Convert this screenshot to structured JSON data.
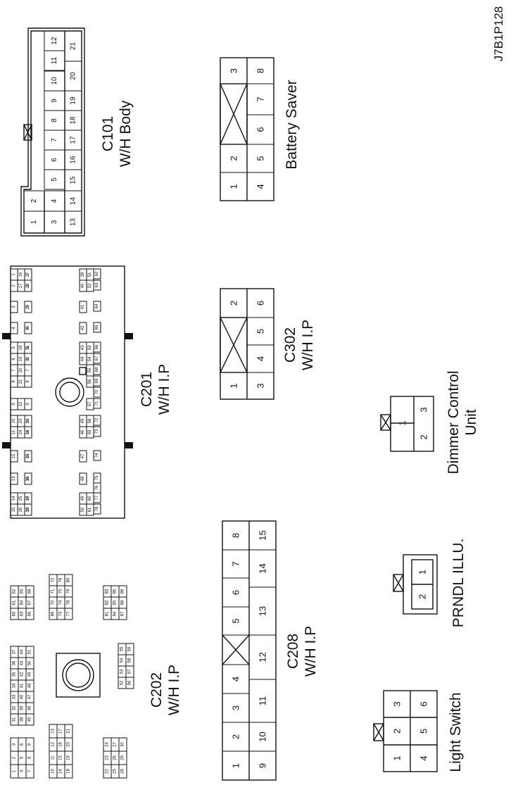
{
  "figure_id": "J7B1P128",
  "connectors": {
    "c101": {
      "code": "C101",
      "sub": "W/H Body",
      "pins": [
        "1",
        "2",
        "3",
        "4",
        "5",
        "6",
        "7",
        "8",
        "9",
        "10",
        "11",
        "12",
        "13",
        "14",
        "15",
        "16",
        "17",
        "18",
        "19",
        "20",
        "21"
      ]
    },
    "battery_saver": {
      "name": "Battery Saver",
      "pins": [
        "1",
        "2",
        "3",
        "4",
        "5",
        "6",
        "7",
        "8"
      ]
    },
    "c201": {
      "code": "C201",
      "sub": "W/H I.P",
      "pins": [
        "1",
        "2",
        "3",
        "4",
        "5",
        "6",
        "7",
        "8",
        "9",
        "10",
        "11",
        "12",
        "13",
        "14",
        "15",
        "16",
        "17",
        "18",
        "19",
        "20",
        "21",
        "22",
        "23",
        "24",
        "25",
        "26",
        "27",
        "28",
        "29",
        "30",
        "31",
        "32",
        "33",
        "34",
        "35",
        "36",
        "37",
        "38",
        "39",
        "40",
        "41",
        "42",
        "43",
        "44",
        "45",
        "46",
        "47",
        "48",
        "49",
        "50",
        "51",
        "52",
        "53",
        "54",
        "55",
        "56",
        "57",
        "58",
        "59",
        "60",
        "61",
        "62",
        "63",
        "64",
        "65",
        "66",
        "67",
        "68",
        "69",
        "70",
        "71",
        "72",
        "73",
        "74",
        "75",
        "76",
        "77",
        "78"
      ]
    },
    "c302": {
      "code": "C302",
      "sub": "W/H I.P",
      "pins": [
        "1",
        "2",
        "3",
        "4",
        "5",
        "6"
      ]
    },
    "dimmer": {
      "name_line1": "Dimmer Control",
      "name_line2": "Unit",
      "pins": [
        "1",
        "2",
        "3"
      ]
    },
    "c202": {
      "code": "C202",
      "sub": "W/H I.P",
      "pins": [
        "1",
        "2",
        "3",
        "4",
        "5",
        "6",
        "7",
        "8",
        "9",
        "10",
        "11",
        "12",
        "13",
        "14",
        "15",
        "16",
        "17",
        "18",
        "19",
        "20",
        "21",
        "22",
        "23",
        "24",
        "25",
        "26",
        "27",
        "28",
        "29",
        "30",
        "31",
        "32",
        "33",
        "34",
        "35",
        "36",
        "37",
        "38",
        "39",
        "40",
        "41",
        "42",
        "43",
        "44",
        "45",
        "46",
        "47",
        "48",
        "49",
        "50",
        "51",
        "52",
        "53",
        "54",
        "55",
        "56",
        "57",
        "58",
        "59",
        "60",
        "61",
        "62",
        "63",
        "64",
        "65",
        "66",
        "67",
        "68",
        "69",
        "70",
        "71",
        "72",
        "73",
        "74",
        "75",
        "76",
        "77",
        "78",
        "79",
        "80",
        "81",
        "82",
        "83",
        "84",
        "85",
        "86",
        "87",
        "88",
        "89"
      ]
    },
    "c208": {
      "code": "C208",
      "sub": "W/H I.P",
      "pins": [
        "1",
        "2",
        "3",
        "4",
        "5",
        "6",
        "7",
        "8",
        "9",
        "10",
        "11",
        "12",
        "13",
        "14",
        "15"
      ]
    },
    "prndl": {
      "name": "PRNDL ILLU.",
      "pins": [
        "1",
        "2"
      ]
    },
    "light_switch": {
      "name": "Light Switch",
      "pins": [
        "1",
        "2",
        "3",
        "4",
        "5",
        "6"
      ]
    }
  }
}
